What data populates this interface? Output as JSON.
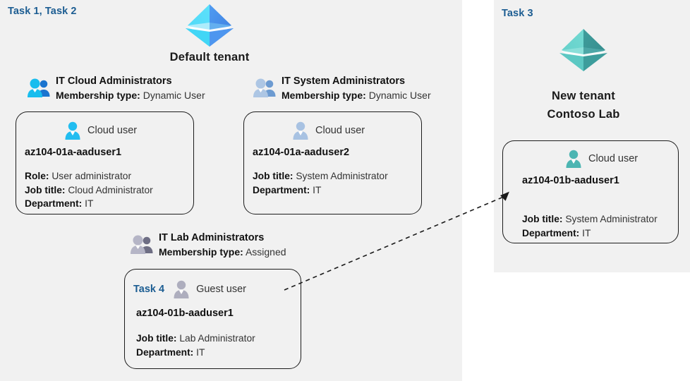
{
  "panels": {
    "left": {
      "task_label": "Task 1, Task 2"
    },
    "right": {
      "task_label": "Task 3"
    }
  },
  "tenants": [
    {
      "id": "default-tenant",
      "icon": "azure-ad-tenant-icon",
      "title": "Default tenant",
      "color": "#3fc7f4",
      "color_dark": "#3f8ff0"
    },
    {
      "id": "new-tenant",
      "icon": "azure-ad-tenant-icon",
      "title_line1": "New  tenant",
      "title_line2": "Contoso Lab",
      "color": "#4cc4bf",
      "color_dark": "#3c9a99"
    }
  ],
  "groups": [
    {
      "id": "it-cloud-administrators",
      "icon": "group-users-icon",
      "name": "IT Cloud Administrators",
      "meta_label": "Membership type:",
      "meta_value": "Dynamic User",
      "icon_color": "#17b7ef",
      "icon_color2": "#1568c9"
    },
    {
      "id": "it-system-administrators",
      "icon": "group-users-icon",
      "name": "IT System Administrators",
      "meta_label": "Membership type:",
      "meta_value": "Dynamic User",
      "icon_color": "#a9c2e0",
      "icon_color2": "#6d9bd1"
    },
    {
      "id": "it-lab-administrators",
      "icon": "group-users-icon",
      "name": "IT Lab Administrators",
      "meta_label": "Membership type:",
      "meta_value": "Assigned",
      "icon_color": "#b3b3c4",
      "icon_color2": "#6e6e84"
    }
  ],
  "cards": [
    {
      "id": "card-aaduser1-cloud",
      "user_kind": "Cloud user",
      "user_icon": "cloud-user-icon",
      "user_name": "az104-01a-aaduser1",
      "icon_color": "#22bdf0",
      "props": [
        {
          "label": "Role:",
          "value": "User administrator"
        },
        {
          "label": "Job title:",
          "value": "Cloud Administrator"
        },
        {
          "label": "Department:",
          "value": "IT"
        }
      ]
    },
    {
      "id": "card-aaduser2-cloud",
      "user_kind": "Cloud user",
      "user_icon": "cloud-user-icon",
      "user_name": "az104-01a-aaduser2",
      "icon_color": "#a8c2e2",
      "props": [
        {
          "label": "Job title:",
          "value": "System Administrator"
        },
        {
          "label": "Department:",
          "value": "IT"
        }
      ]
    },
    {
      "id": "card-aaduser1-guest",
      "inline_task": "Task 4",
      "user_kind": "Guest user",
      "user_icon": "guest-user-icon",
      "user_name": "az104-01b-aaduser1",
      "icon_color": "#aeaebe",
      "props": [
        {
          "label": "Job title:",
          "value": "Lab Administrator"
        },
        {
          "label": "Department:",
          "value": "IT"
        }
      ]
    },
    {
      "id": "card-aaduser1-newtenant",
      "user_kind": "Cloud user",
      "user_icon": "cloud-user-icon",
      "user_name": "az104-01b-aaduser1",
      "icon_color": "#4cb5b2",
      "props": [
        {
          "label": "Job title:",
          "value": "System Administrator"
        },
        {
          "label": "Department:",
          "value": "IT"
        }
      ]
    }
  ],
  "connector": {
    "id": "guest-to-new-tenant-arrow",
    "style": "dashed-arrow",
    "color": "#1a1a1a"
  }
}
